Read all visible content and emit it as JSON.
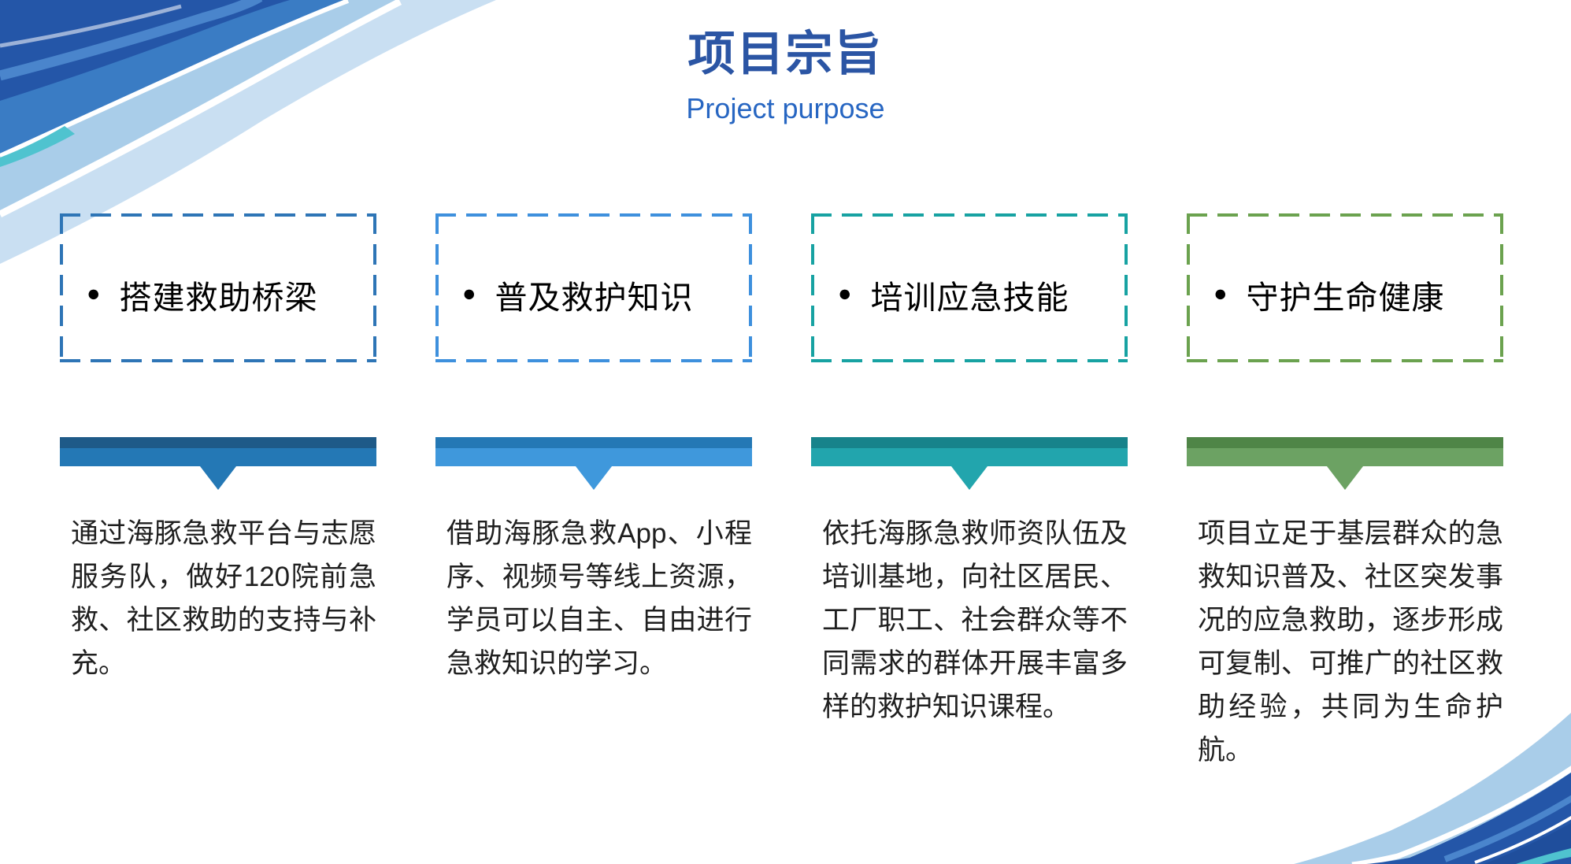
{
  "header": {
    "title": "项目宗旨",
    "subtitle": "Project purpose",
    "title_color": "#2b55a4",
    "subtitle_color": "#2766c2"
  },
  "columns": [
    {
      "bullet": "●",
      "heading": "搭建救助桥梁",
      "border_color": "#2e75b6",
      "bar_top_color": "#1e5a88",
      "bar_bottom_color": "#2478b5",
      "description": "通过海豚急救平台与志愿服务队，做好120院前急救、社区救助的支持与补充。"
    },
    {
      "bullet": "●",
      "heading": "普及救护知识",
      "border_color": "#3e90dd",
      "bar_top_color": "#2478b5",
      "bar_bottom_color": "#3f98dc",
      "description": "借助海豚急救App、小程序、视频号等线上资源，学员可以自主、自由进行急救知识的学习。"
    },
    {
      "bullet": "●",
      "heading": "培训应急技能",
      "border_color": "#17a2a2",
      "bar_top_color": "#17838b",
      "bar_bottom_color": "#22a5ad",
      "description": "依托海豚急救师资队伍及培训基地，向社区居民、工厂职工、社会群众等不同需求的群体开展丰富多样的救护知识课程。"
    },
    {
      "bullet": "●",
      "heading": "守护生命健康",
      "border_color": "#6ba24f",
      "bar_top_color": "#4f8547",
      "bar_bottom_color": "#6ca263",
      "description": "项目立足于基层群众的急救知识普及、社区突发事况的应急救助，逐步形成可复制、可推广的社区救助经验，共同为生命护航。"
    }
  ],
  "decor": {
    "swoosh_dark_blue": "#2456a8",
    "swoosh_mid_blue": "#3a7cc4",
    "swoosh_streak_blue": "#4a85cc",
    "swoosh_light_blue": "#a9cde9",
    "swoosh_pale_blue": "#c9dff2",
    "swoosh_deep_navy": "#1f4e9c",
    "swoosh_teal": "#4fc3cf",
    "swoosh_white": "#ffffff"
  }
}
